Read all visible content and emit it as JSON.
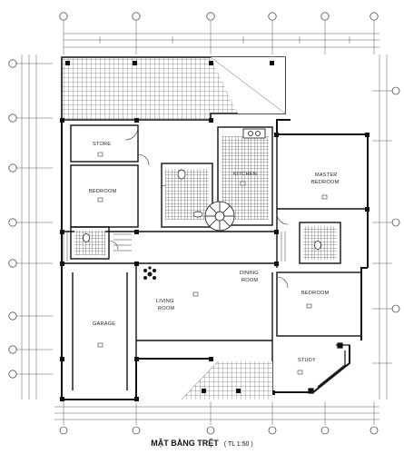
{
  "title": "MẶT BẰNG TRỆT",
  "scale": "( TL 1:50 )",
  "rooms": {
    "store": "STORE",
    "bedroom1": "BEDROOM",
    "kitchen": "KITCHEN",
    "master_line1": "MASTER",
    "master_line2": "BEDROOM",
    "living_line1": "LIVING",
    "living_line2": "ROOM",
    "dining_line1": "DINING",
    "dining_line2": "ROOM",
    "bedroom2": "BEDROOM",
    "garage": "GARAGE",
    "study": "STUDY"
  },
  "colors": {
    "wall": "#111111",
    "line": "#222222",
    "paper": "#ffffff"
  }
}
